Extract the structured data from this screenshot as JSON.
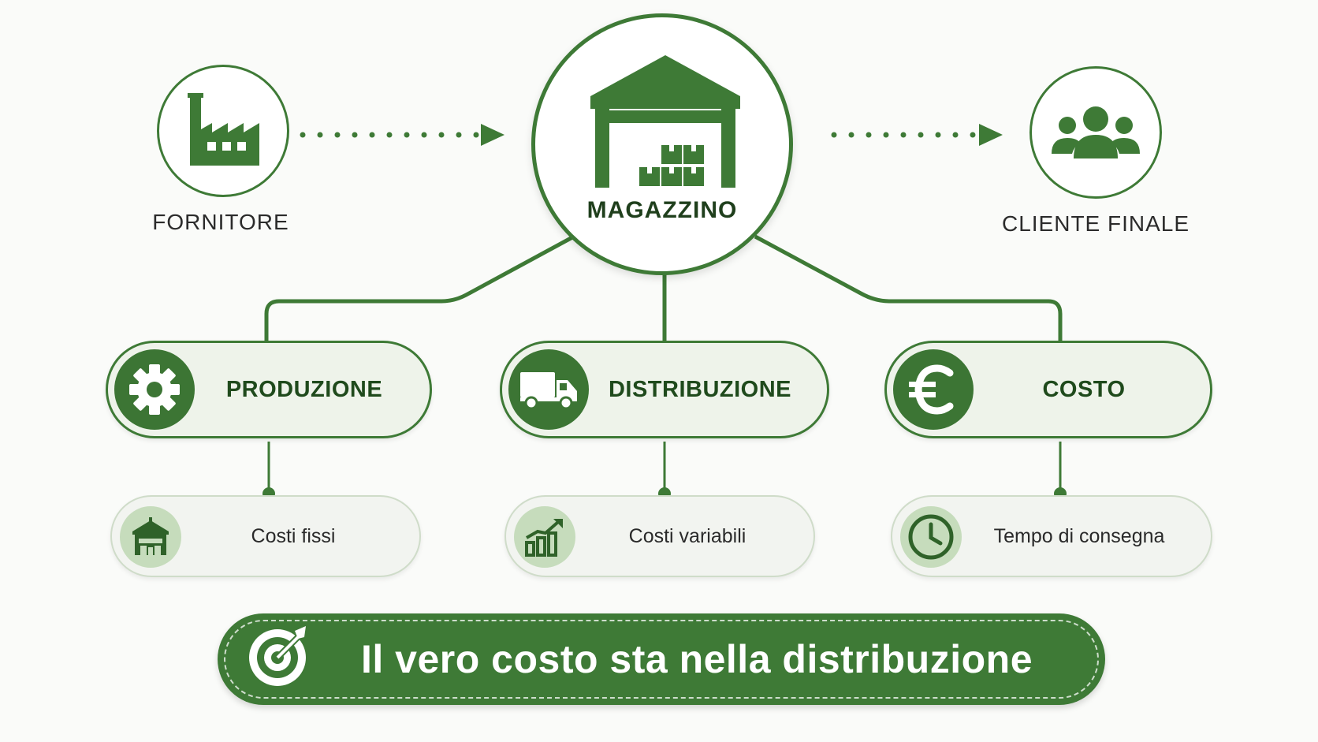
{
  "colors": {
    "primary": "#3e7a36",
    "primary_dark": "#1f4a1c",
    "pill_background": "#eef3ea",
    "subpill_background": "#f2f4f0",
    "subpill_icon_background": "#c6dcbc",
    "page_background": "#fafbf9"
  },
  "nodes": {
    "supplier": {
      "label": "FORNITORE",
      "icon": "factory-icon"
    },
    "warehouse": {
      "label": "MAGAZZINO",
      "icon": "warehouse-icon"
    },
    "customer": {
      "label": "CLIENTE FINALE",
      "icon": "users-group-icon"
    }
  },
  "branches": [
    {
      "label": "PRODUZIONE",
      "icon": "gear-icon",
      "detail": {
        "label": "Costi fissi",
        "icon": "building-icon"
      }
    },
    {
      "label": "DISTRIBUZIONE",
      "icon": "truck-icon",
      "detail": {
        "label": "Costi variabili",
        "icon": "growth-chart-icon"
      }
    },
    {
      "label": "COSTO",
      "icon": "euro-icon",
      "detail": {
        "label": "Tempo di consegna",
        "icon": "clock-icon"
      }
    }
  ],
  "banner": {
    "text": "Il vero costo sta nella distribuzione",
    "icon": "target-icon"
  }
}
